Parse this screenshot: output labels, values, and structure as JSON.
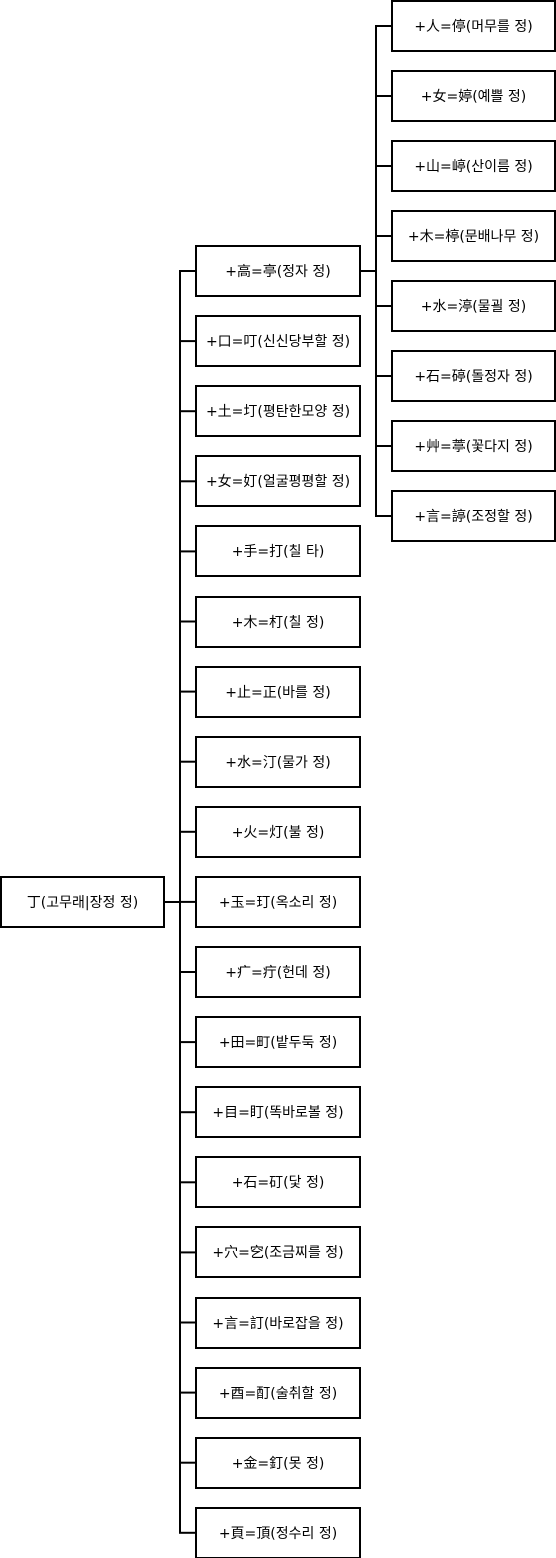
{
  "colors": {
    "line": "#000000",
    "box_fill": "#ffffff",
    "text": "#000000"
  },
  "root": {
    "label": "丁(고무래|장정 정)"
  },
  "level1": [
    {
      "label": "+高=亭(정자 정)",
      "has_children": true
    },
    {
      "label": "+口=叮(신신당부할 정)"
    },
    {
      "label": "+土=圢(평탄한모양 정)"
    },
    {
      "label": "+女=奵(얼굴평평할 정)"
    },
    {
      "label": "+手=打(칠 타)"
    },
    {
      "label": "+木=朾(칠 정)"
    },
    {
      "label": "+止=正(바를 정)"
    },
    {
      "label": "+水=汀(물가 정)"
    },
    {
      "label": "+火=灯(불 정)"
    },
    {
      "label": "+玉=玎(옥소리 정)"
    },
    {
      "label": "+疒=疔(헌데 정)"
    },
    {
      "label": "+田=町(밭두둑 정)"
    },
    {
      "label": "+目=盯(똑바로볼 정)"
    },
    {
      "label": "+石=矴(닻 정)"
    },
    {
      "label": "+穴=穵(조금찌를 정)"
    },
    {
      "label": "+言=訂(바로잡을 정)"
    },
    {
      "label": "+酉=酊(술취할 정)"
    },
    {
      "label": "+金=釘(못 정)"
    },
    {
      "label": "+頁=頂(정수리 정)"
    }
  ],
  "level2": [
    {
      "label": "+人=停(머무를 정)"
    },
    {
      "label": "+女=婷(예쁠 정)"
    },
    {
      "label": "+山=嵉(산이름 정)"
    },
    {
      "label": "+木=楟(문배나무 정)"
    },
    {
      "label": "+水=渟(물괼 정)"
    },
    {
      "label": "+石=碠(돌정자 정)"
    },
    {
      "label": "+艸=葶(꽃다지 정)"
    },
    {
      "label": "+言=諪(조정할 정)"
    }
  ]
}
